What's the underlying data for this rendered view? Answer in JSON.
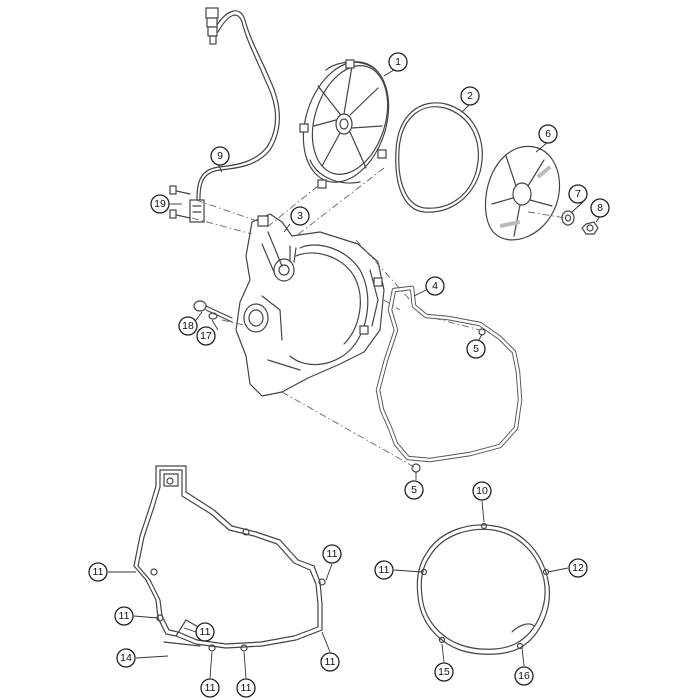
{
  "callouts": [
    {
      "id": "c1",
      "label": "1"
    },
    {
      "id": "c2",
      "label": "2"
    },
    {
      "id": "c3",
      "label": "3"
    },
    {
      "id": "c4",
      "label": "4"
    },
    {
      "id": "c5a",
      "label": "5"
    },
    {
      "id": "c5b",
      "label": "5"
    },
    {
      "id": "c6",
      "label": "6"
    },
    {
      "id": "c7",
      "label": "7"
    },
    {
      "id": "c8",
      "label": "8"
    },
    {
      "id": "c9",
      "label": "9"
    },
    {
      "id": "c10",
      "label": "10"
    },
    {
      "id": "c11a",
      "label": "11"
    },
    {
      "id": "c11b",
      "label": "11"
    },
    {
      "id": "c11c",
      "label": "11"
    },
    {
      "id": "c11d",
      "label": "11"
    },
    {
      "id": "c11e",
      "label": "11"
    },
    {
      "id": "c11f",
      "label": "11"
    },
    {
      "id": "c11g",
      "label": "11"
    },
    {
      "id": "c11h",
      "label": "11"
    },
    {
      "id": "c12",
      "label": "12"
    },
    {
      "id": "c14",
      "label": "14"
    },
    {
      "id": "c15",
      "label": "15"
    },
    {
      "id": "c16",
      "label": "16"
    },
    {
      "id": "c17",
      "label": "17"
    },
    {
      "id": "c18",
      "label": "18"
    },
    {
      "id": "c19",
      "label": "19"
    }
  ]
}
